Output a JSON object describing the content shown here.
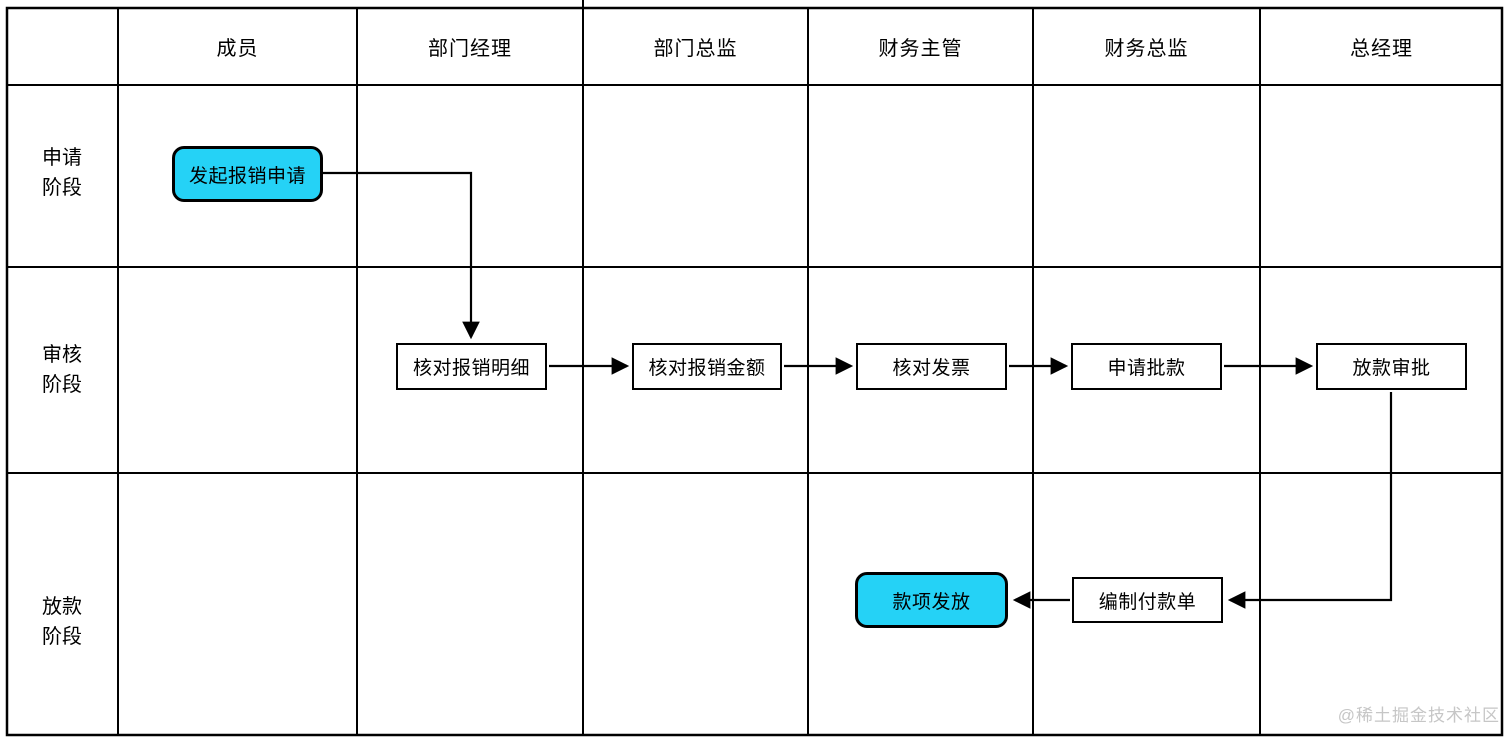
{
  "lanes": {
    "columns": [
      "成员",
      "部门经理",
      "部门总监",
      "财务主管",
      "财务总监",
      "总经理"
    ],
    "rows": [
      "申请阶段",
      "审核阶段",
      "放款阶段"
    ]
  },
  "nodes": [
    {
      "id": "initiate-reimbursement",
      "label": "发起报销申请",
      "type": "highlight",
      "column": "成员",
      "row": "申请阶段"
    },
    {
      "id": "verify-details",
      "label": "核对报销明细",
      "type": "normal",
      "column": "部门经理",
      "row": "审核阶段"
    },
    {
      "id": "verify-amount",
      "label": "核对报销金额",
      "type": "normal",
      "column": "部门总监",
      "row": "审核阶段"
    },
    {
      "id": "verify-invoice",
      "label": "核对发票",
      "type": "normal",
      "column": "财务主管",
      "row": "审核阶段"
    },
    {
      "id": "request-payment-approval",
      "label": "申请批款",
      "type": "normal",
      "column": "财务总监",
      "row": "审核阶段"
    },
    {
      "id": "disbursement-approval",
      "label": "放款审批",
      "type": "normal",
      "column": "总经理",
      "row": "审核阶段"
    },
    {
      "id": "prepare-payment-slip",
      "label": "编制付款单",
      "type": "normal",
      "column": "财务总监",
      "row": "放款阶段"
    },
    {
      "id": "funds-disbursement",
      "label": "款项发放",
      "type": "highlight",
      "column": "财务主管",
      "row": "放款阶段"
    }
  ],
  "edges": [
    {
      "from": "发起报销申请",
      "to": "核对报销明细"
    },
    {
      "from": "核对报销明细",
      "to": "核对报销金额"
    },
    {
      "from": "核对报销金额",
      "to": "核对发票"
    },
    {
      "from": "核对发票",
      "to": "申请批款"
    },
    {
      "from": "申请批款",
      "to": "放款审批"
    },
    {
      "from": "放款审批",
      "to": "编制付款单"
    },
    {
      "from": "编制付款单",
      "to": "款项发放"
    }
  ],
  "watermark": "@稀土掘金技术社区",
  "colors": {
    "highlight_fill": "#25d2f6",
    "line": "#000000",
    "watermark": "#c6c6c6"
  }
}
